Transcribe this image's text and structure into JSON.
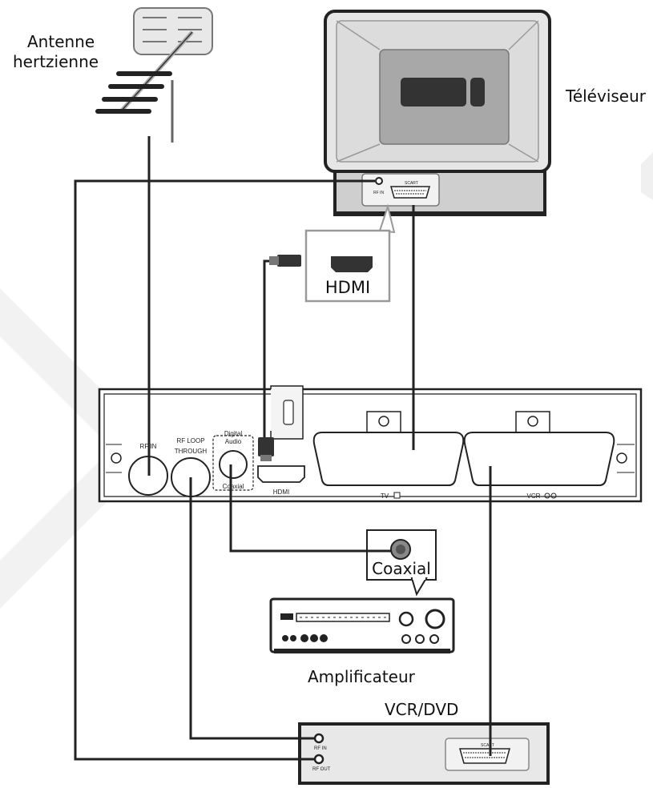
{
  "labels": {
    "antenna_line1": "Antenne",
    "antenna_line2": "hertzienne",
    "tv": "Téléviseur",
    "hdmi_callout": "HDMI",
    "coaxial_callout": "Coaxial",
    "amplifier": "Amplificateur",
    "vcr_dvd": "VCR/DVD"
  },
  "receiver_panel": {
    "rf_in": "RF IN",
    "rf_loop_line1": "RF  LOOP",
    "rf_loop_line2": "THROUGH",
    "digital_audio_line1": "Digital",
    "digital_audio_line2": "Audio",
    "coaxial": "Coaxial",
    "hdmi": "HDMI",
    "tv": "TV",
    "vcr": "VCR"
  },
  "tv_panel": {
    "rf_in": "RF IN",
    "scart": "SCART"
  },
  "vcr_panel": {
    "rf_in": "RF IN",
    "rf_out": "RF OUT",
    "scart": "SCART"
  }
}
